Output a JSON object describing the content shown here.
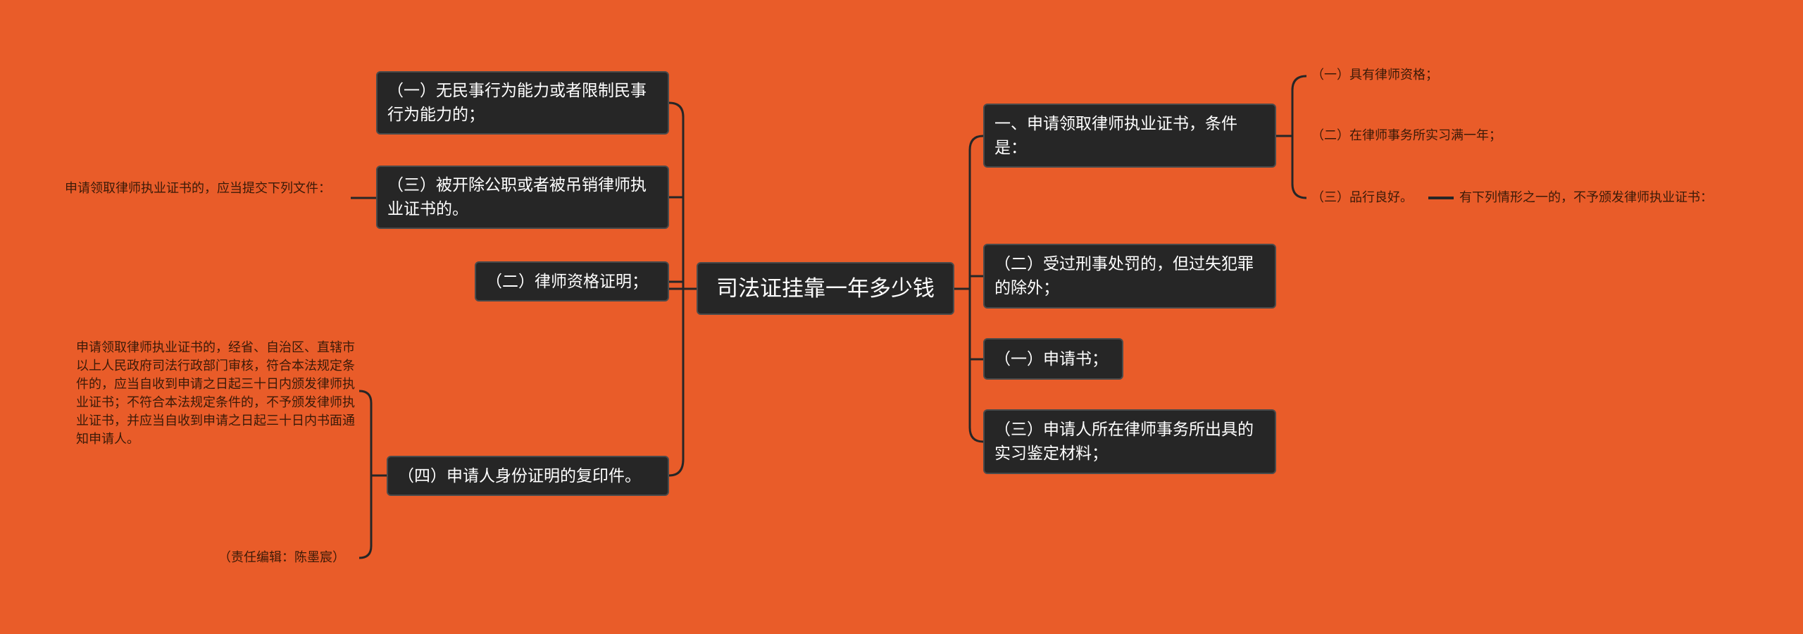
{
  "root": {
    "label": "司法证挂靠一年多少钱"
  },
  "left": {
    "items": [
      {
        "label": "（一）无民事行为能力或者限制民事行为能力的；"
      },
      {
        "label": "（三）被开除公职或者被吊销律师执业证书的。"
      },
      {
        "label": "（二）律师资格证明；"
      },
      {
        "label": "（四）申请人身份证明的复印件。"
      }
    ],
    "note_submit": "申请领取律师执业证书的，应当提交下列文件：",
    "note_review": "申请领取律师执业证书的，经省、自治区、直辖市以上人民政府司法行政部门审核，符合本法规定条件的，应当自收到申请之日起三十日内颁发律师执业证书；不符合本法规定条件的，不予颁发律师执业证书，并应当自收到申请之日起三十日内书面通知申请人。",
    "editor": "（责任编辑：陈墨宸）"
  },
  "right": {
    "items": [
      {
        "label": "一、申请领取律师执业证书，条件是："
      },
      {
        "label": "（二）受过刑事处罚的，但过失犯罪的除外；"
      },
      {
        "label": "（一）申请书；"
      },
      {
        "label": "（三）申请人所在律师事务所出具的实习鉴定材料；"
      }
    ],
    "conditions": [
      {
        "label": "（一）具有律师资格；"
      },
      {
        "label": "（二）在律师事务所实习满一年；"
      },
      {
        "label": "（三）品行良好。"
      }
    ],
    "exclusion": "有下列情形之一的，不予颁发律师执业证书："
  }
}
